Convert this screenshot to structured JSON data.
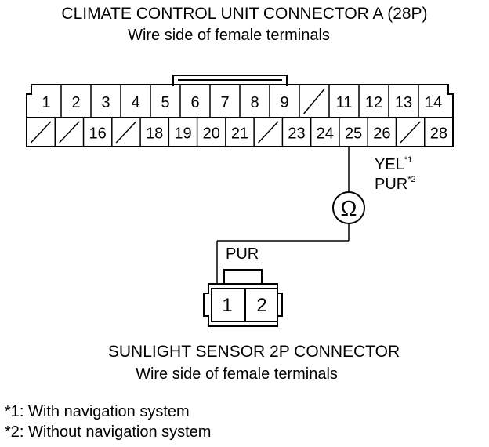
{
  "connector_a": {
    "title": "CLIMATE CONTROL UNIT CONNECTOR A (28P)",
    "subtitle": "Wire side of female terminals",
    "top_row": [
      {
        "label": "1"
      },
      {
        "label": "2"
      },
      {
        "label": "3"
      },
      {
        "label": "4"
      },
      {
        "label": "5"
      },
      {
        "label": "6"
      },
      {
        "label": "7"
      },
      {
        "label": "8"
      },
      {
        "label": "9"
      },
      {
        "label": "",
        "unused": true
      },
      {
        "label": "11"
      },
      {
        "label": "12"
      },
      {
        "label": "13"
      },
      {
        "label": "14"
      }
    ],
    "bottom_row": [
      {
        "label": "",
        "unused": true
      },
      {
        "label": "",
        "unused": true
      },
      {
        "label": "16"
      },
      {
        "label": "",
        "unused": true
      },
      {
        "label": "18"
      },
      {
        "label": "19"
      },
      {
        "label": "20"
      },
      {
        "label": "21"
      },
      {
        "label": "",
        "unused": true
      },
      {
        "label": "23"
      },
      {
        "label": "24"
      },
      {
        "label": "25"
      },
      {
        "label": "26"
      },
      {
        "label": "",
        "unused": true
      },
      {
        "label": "28"
      }
    ]
  },
  "wire_colors": {
    "yel": "YEL",
    "yel_note": "*1",
    "pur": "PUR",
    "pur_note": "*2"
  },
  "meter": {
    "symbol": "Ω",
    "icon": "ohmmeter-icon"
  },
  "sensor_wire": {
    "label": "PUR"
  },
  "connector_b": {
    "pins": [
      "1",
      "2"
    ],
    "title": "SUNLIGHT SENSOR 2P CONNECTOR",
    "subtitle": "Wire side of female terminals"
  },
  "footnotes": [
    "*1: With navigation system",
    "*2: Without navigation system"
  ]
}
